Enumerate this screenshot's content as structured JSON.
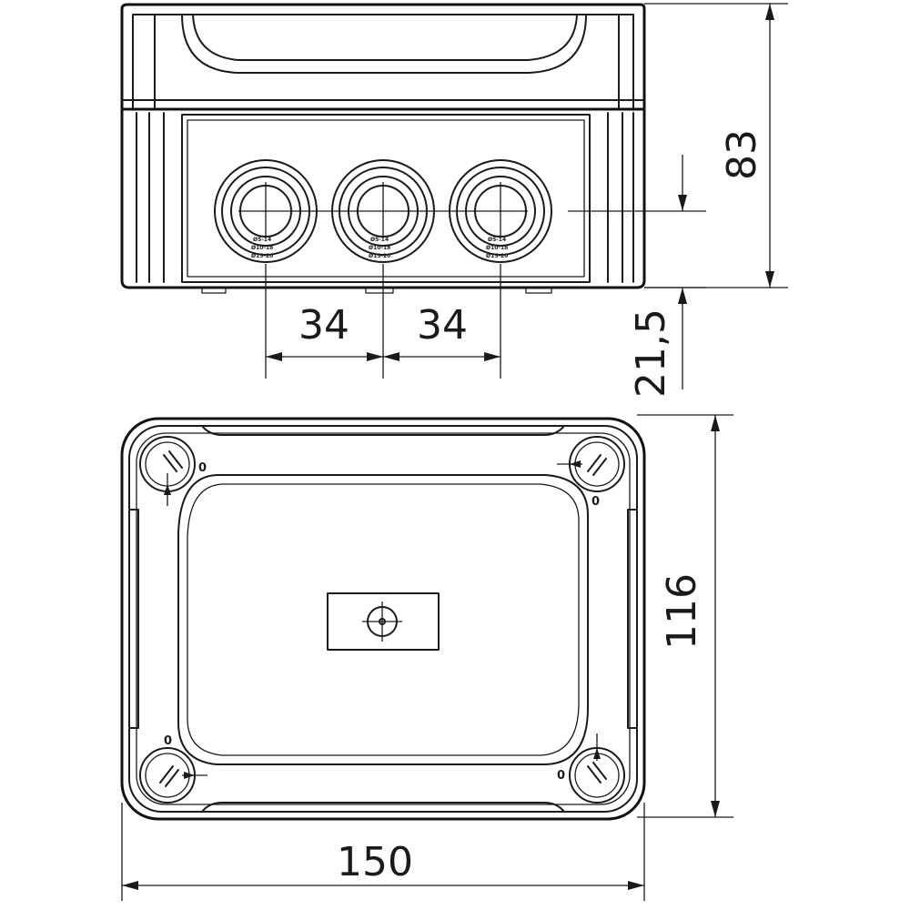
{
  "dimensions": {
    "height_overall": "83",
    "gland_spacing_left": "34",
    "gland_spacing_right": "34",
    "gland_height": "21,5",
    "depth": "116",
    "width": "150"
  },
  "gland_markings": [
    "Ø5-14",
    "Ø10-18",
    "Ø15-20"
  ],
  "corner_marks": [
    "0",
    "0",
    "0",
    "0"
  ]
}
